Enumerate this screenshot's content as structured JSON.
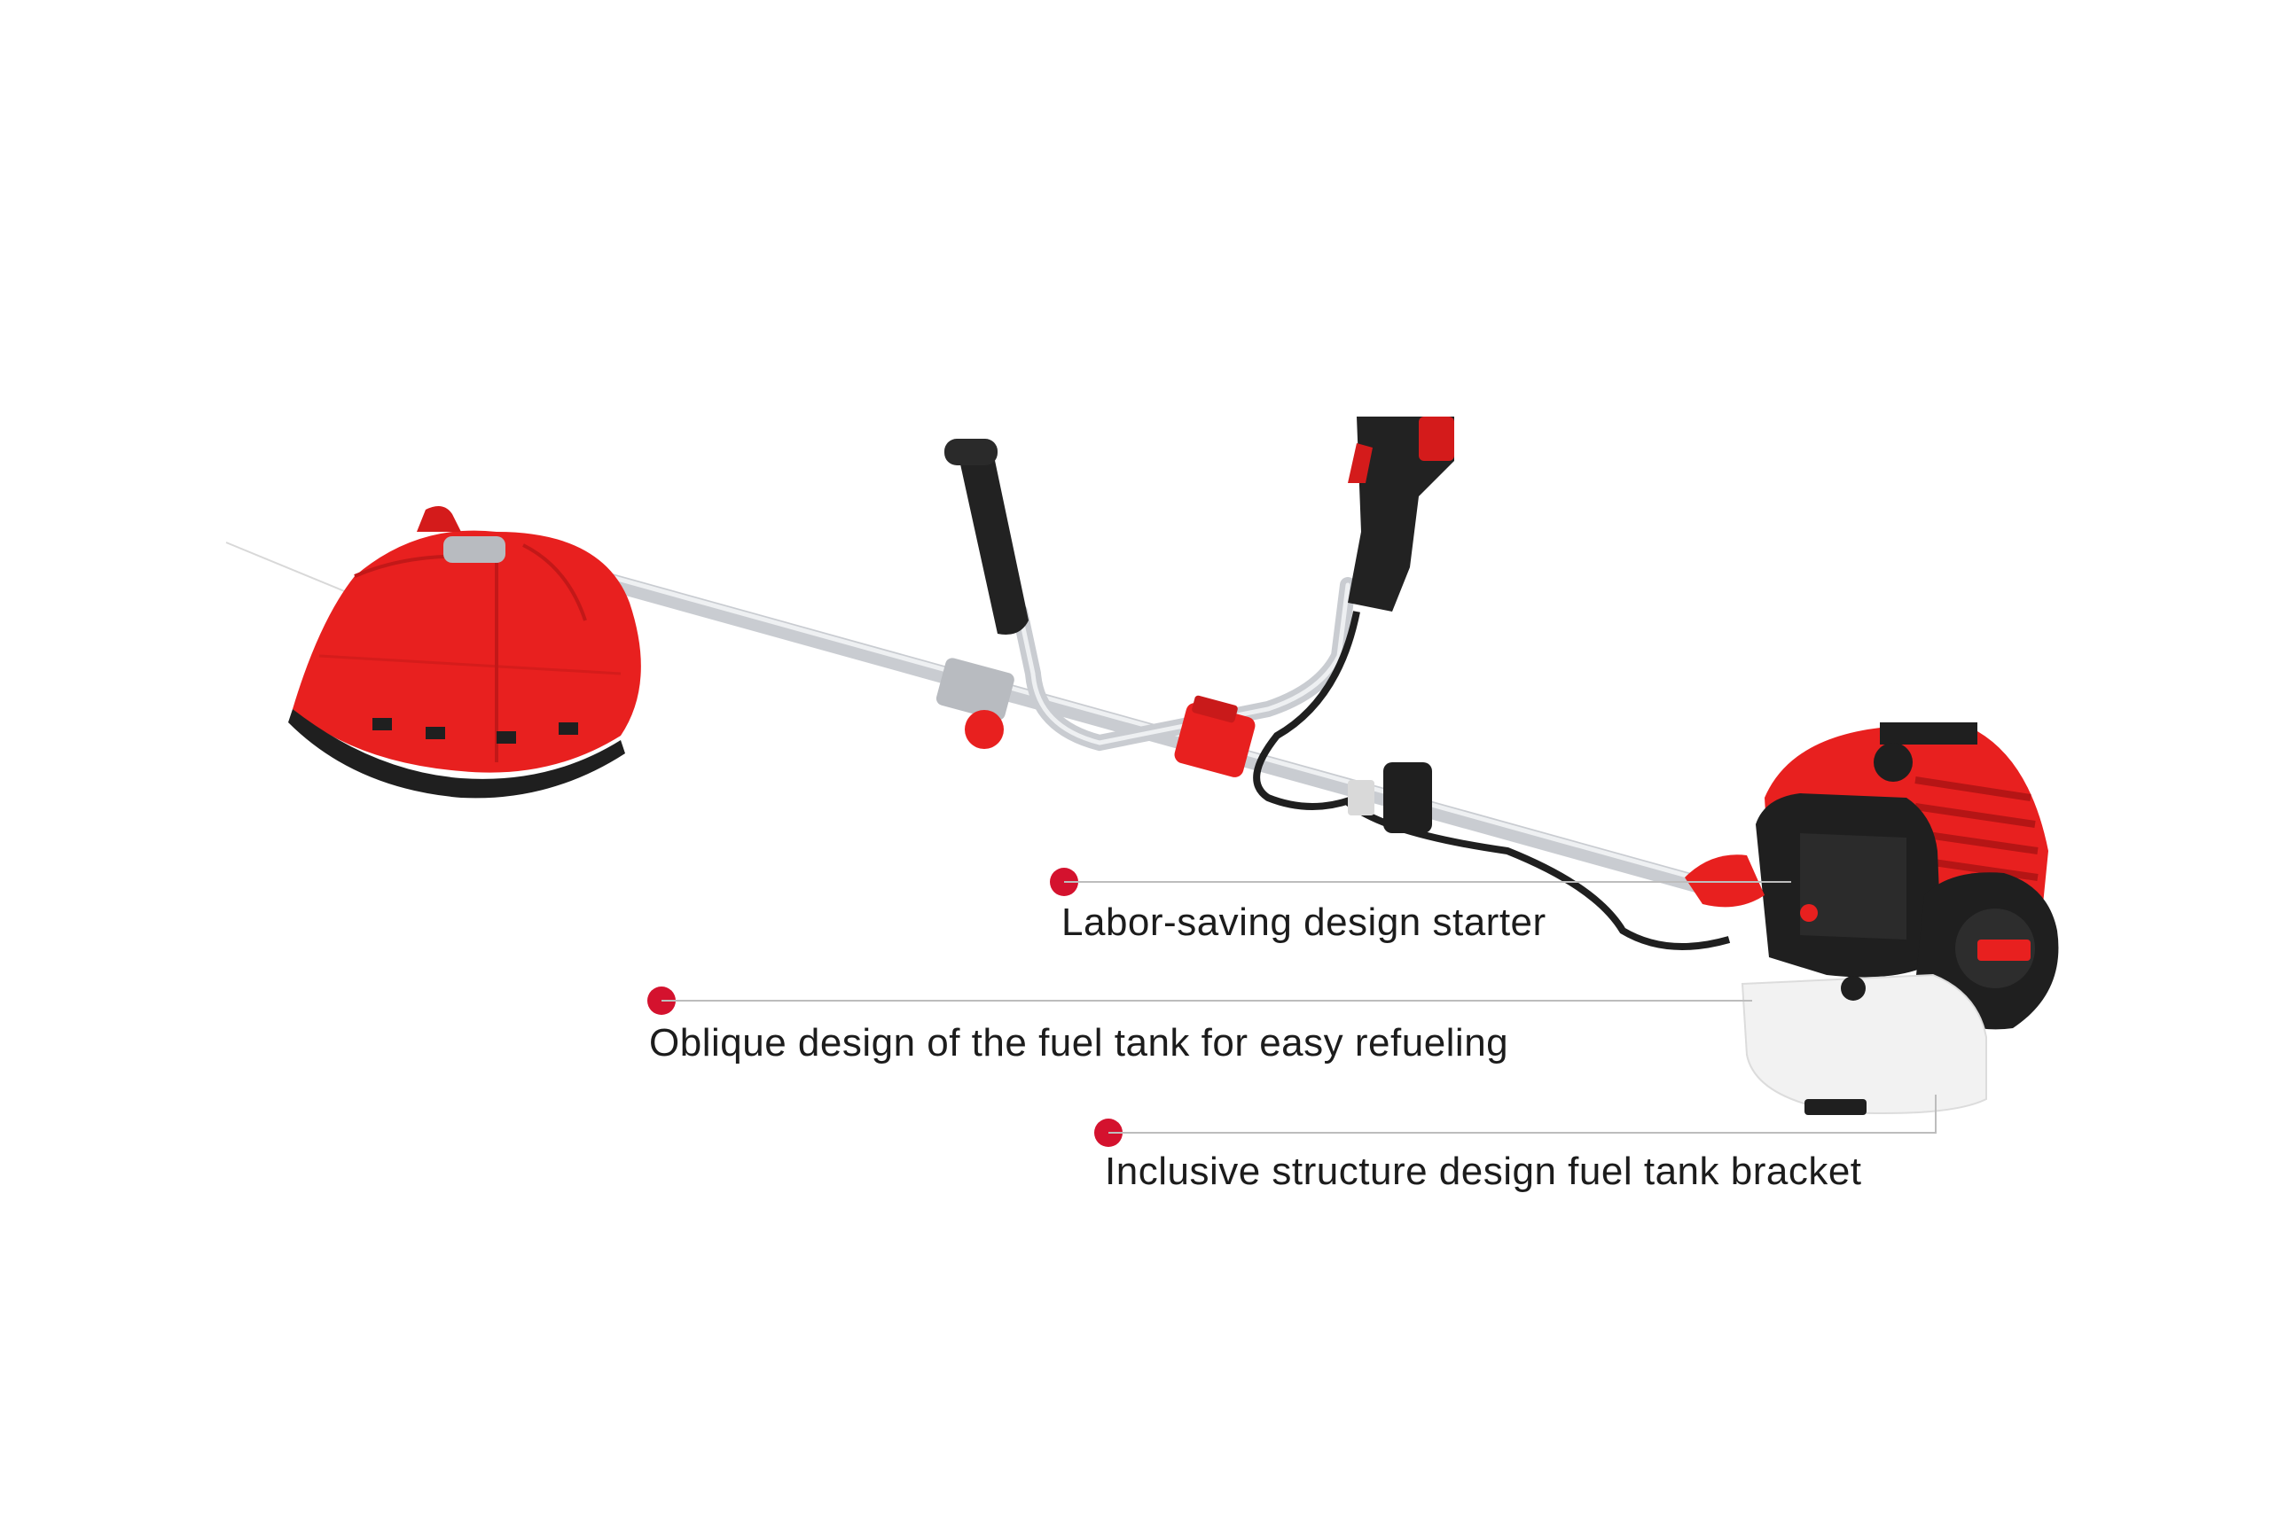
{
  "product": {
    "name_icon": "brush-cutter-image",
    "colors": {
      "body_red": "#e8201f",
      "dark_red": "#b5151a",
      "shaft_silver": "#c9ccd1",
      "grip_black": "#1f1f1f",
      "tank_white": "#f2f2f2",
      "background": "#ffffff"
    }
  },
  "callouts": [
    {
      "label": "Labor-saving design starter"
    },
    {
      "label": "Oblique design of the fuel tank for easy refueling"
    },
    {
      "label": "Inclusive structure design fuel tank bracket"
    }
  ],
  "accent": {
    "dot_color": "#d4122e",
    "line_color": "#bdbdbd"
  }
}
